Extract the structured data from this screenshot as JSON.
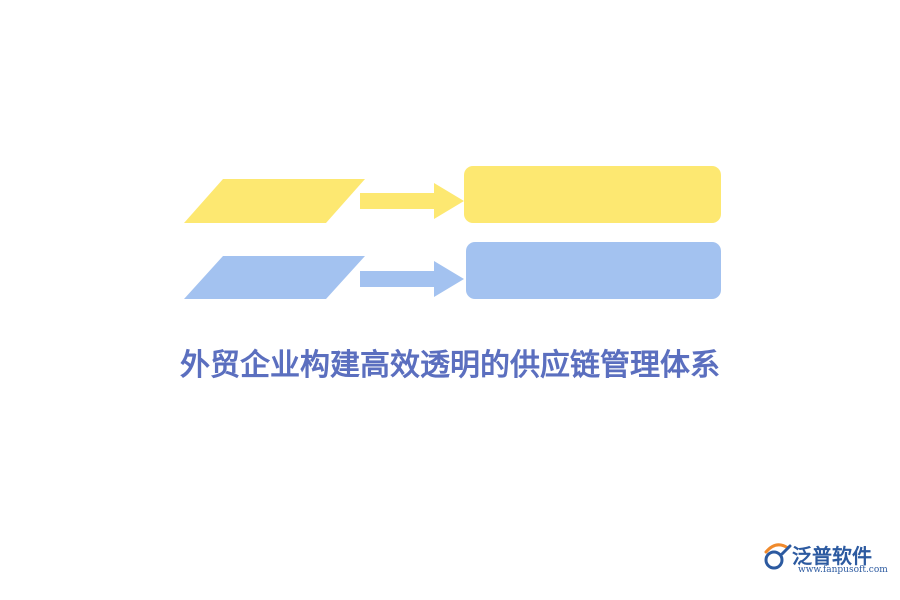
{
  "diagram": {
    "title": "外贸企业构建高效透明的供应链管理体系",
    "rows": [
      {
        "color": "#fde871",
        "parallelogram_text": "",
        "box_text": ""
      },
      {
        "color": "#a3c2f0",
        "parallelogram_text": "",
        "box_text": ""
      }
    ],
    "arrow_colors": [
      "#fde871",
      "#a3c2f0"
    ]
  },
  "colors": {
    "title": "#5b6fbf",
    "yellow": "#fde871",
    "blue": "#a3c2f0",
    "logo_text": "#2c5aa0",
    "logo_orange": "#f08a2c"
  },
  "logo": {
    "name": "泛普软件",
    "url": "www.fanpusoft.com"
  }
}
